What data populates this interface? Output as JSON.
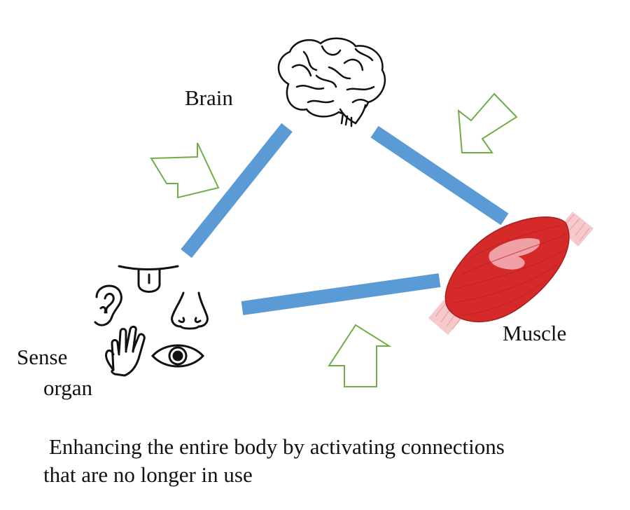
{
  "labels": {
    "brain": "Brain",
    "muscle": "Muscle",
    "sense_organ_line1": "Sense",
    "sense_organ_line2": "organ"
  },
  "caption": {
    "line1": "Enhancing the entire body by activating connections",
    "line2": "that are no longer in use"
  },
  "icons": [
    "brain-icon",
    "muscle-icon",
    "tongue-icon",
    "ear-icon",
    "nose-icon",
    "hand-icon",
    "eye-icon",
    "arrow-icon"
  ],
  "colors": {
    "connection_bar": "#5b9bd5",
    "arrow_outline": "#70ad47",
    "muscle_red": "#d42a2a",
    "muscle_highlight": "#f2a0a8",
    "tendon": "#f6c9cd"
  }
}
